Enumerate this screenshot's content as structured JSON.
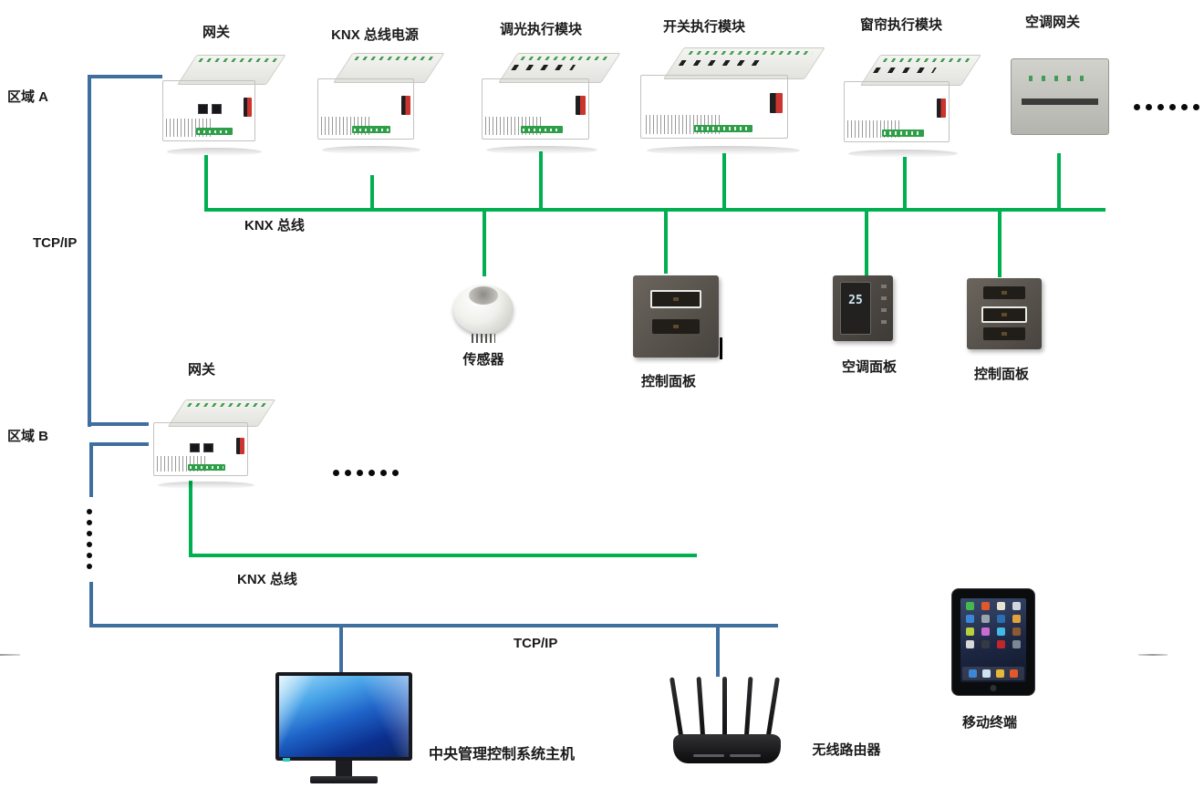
{
  "zones": {
    "zone_a": "区域 A",
    "zone_b": "区域 B"
  },
  "buses": {
    "tcpip_left": "TCP/IP",
    "tcpip_bottom": "TCP/IP",
    "knx_bus_top": "KNX 总线",
    "knx_bus_lower": "KNX 总线"
  },
  "devices": {
    "gateway_a": {
      "label": "网关"
    },
    "knx_power": {
      "label": "KNX 总线电源"
    },
    "dimmer_module": {
      "label": "调光执行模块"
    },
    "switch_module": {
      "label": "开关执行模块"
    },
    "curtain_module": {
      "label": "窗帘执行模块"
    },
    "ac_gateway": {
      "label": "空调网关"
    },
    "sensor": {
      "label": "传感器"
    },
    "control_panel_1": {
      "label": "控制面板"
    },
    "ac_panel": {
      "label": "空调面板",
      "display": "25"
    },
    "control_panel_2": {
      "label": "控制面板"
    },
    "gateway_b": {
      "label": "网关"
    },
    "central_host": {
      "label": "中央管理控制系统主机"
    },
    "wireless_router": {
      "label": "无线路由器"
    },
    "mobile_terminal": {
      "label": "移动终端"
    }
  },
  "colors": {
    "knx_bus_green": "#00b050",
    "tcpip_blue": "#3f6f9f",
    "ellipsis_black": "#0a0a0a"
  }
}
